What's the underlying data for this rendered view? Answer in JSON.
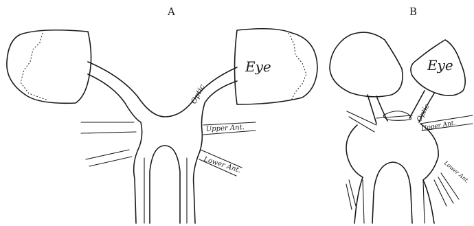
{
  "figure": {
    "panel_a": {
      "label": "A",
      "eye_label": "Eye",
      "optic_label": "Optic",
      "upper_label": "Upper Ant.",
      "lower_label": "Lower Ant."
    },
    "panel_b": {
      "label": "B",
      "eye_label": "Eye",
      "optic_label": "Optic",
      "upper_label": "Upper Ant.",
      "lower_label": "Lower Ant."
    }
  }
}
